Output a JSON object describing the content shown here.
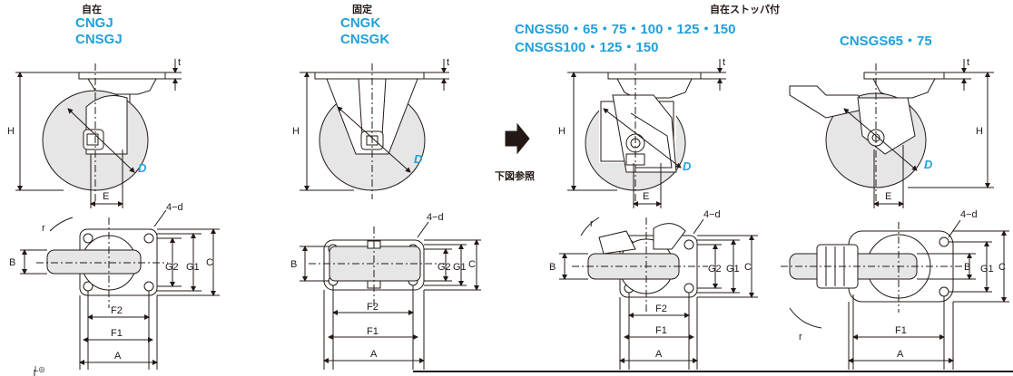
{
  "colors": {
    "accent": "#1fa0dc",
    "line": "#231815",
    "wheel": "#e6e6e6"
  },
  "groups": [
    {
      "heading": "自在",
      "models": [
        "CNGJ",
        "CNSGJ"
      ]
    },
    {
      "heading": "固定",
      "models": [
        "CNGK",
        "CNSGK"
      ]
    },
    {
      "heading": "自在ストッパ付",
      "models": [
        "CNGS50・65・75・100・125・150",
        "CNSGS100・125・150"
      ]
    },
    {
      "heading": "",
      "models": [
        "CNSGS65・75"
      ]
    }
  ],
  "arrow_note": "下図参照",
  "labels": {
    "H": "H",
    "D": "D",
    "E": "E",
    "t": "t",
    "A": "A",
    "B": "B",
    "C": "C",
    "F1": "F1",
    "F2": "F2",
    "G1": "G1",
    "G2": "G2",
    "r": "r",
    "hole": "4−d"
  },
  "footer_mark": "L◎"
}
